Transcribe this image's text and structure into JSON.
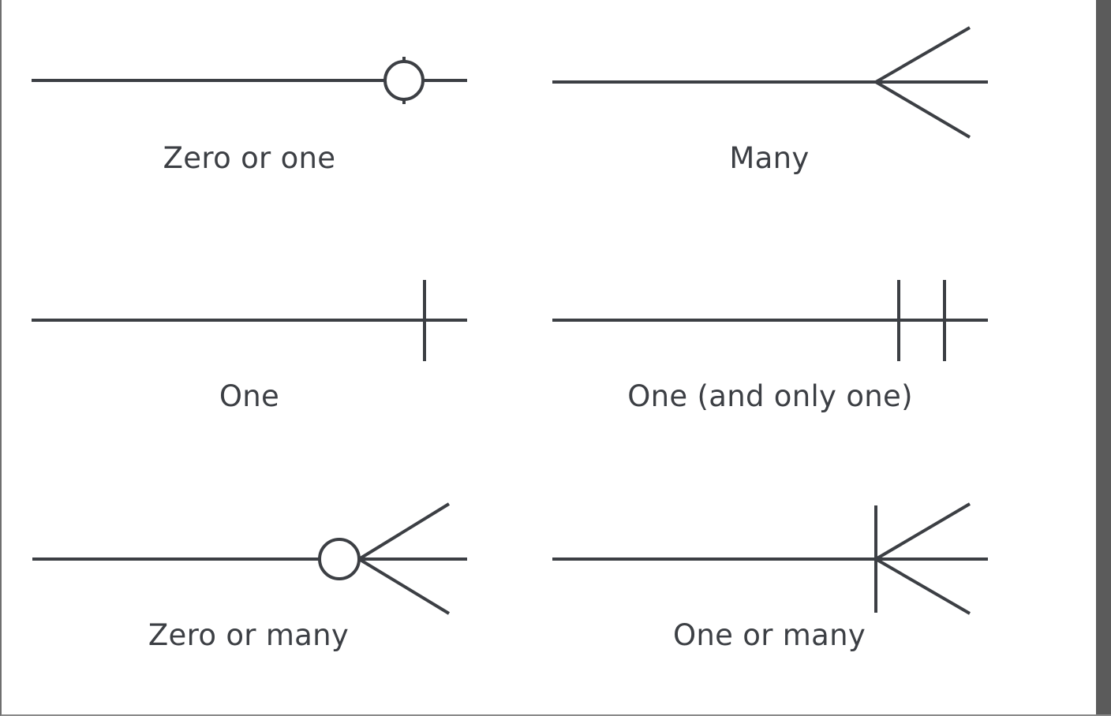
{
  "diagram": {
    "stroke_color": "#3c3f44",
    "background_color": "#ffffff",
    "scrollbar_color": "#5b5b5b",
    "symbols": [
      {
        "id": "zero-or-one",
        "label": "Zero or one"
      },
      {
        "id": "many",
        "label": "Many"
      },
      {
        "id": "one",
        "label": "One"
      },
      {
        "id": "one-and-only-one",
        "label": "One (and only one)"
      },
      {
        "id": "zero-or-many",
        "label": "Zero or many"
      },
      {
        "id": "one-or-many",
        "label": "One or many"
      }
    ]
  }
}
